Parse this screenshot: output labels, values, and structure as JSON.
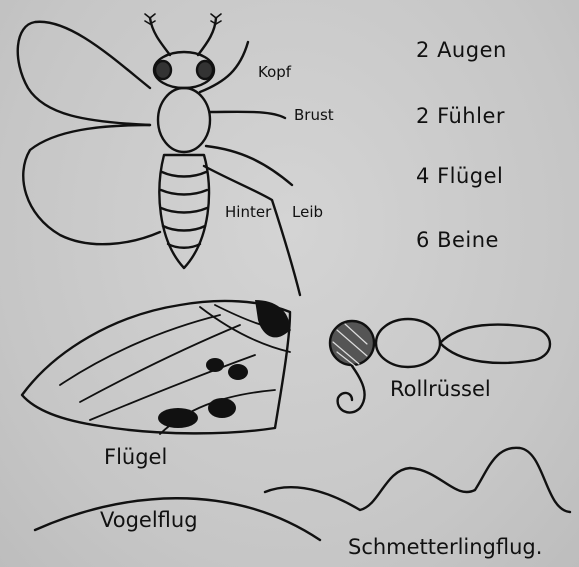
{
  "labels": {
    "head": "Kopf",
    "chest": "Brust",
    "abdomen_1": "Hinter",
    "abdomen_2": "Leib",
    "proboscis": "Rollrüssel",
    "wing": "Flügel",
    "bird_flight": "Vogelflug",
    "butterfly_flight": "Schmetterlingflug."
  },
  "facts": [
    {
      "count": "2",
      "item": "Augen"
    },
    {
      "count": "2",
      "item": "Fühler"
    },
    {
      "count": "4",
      "item": "Flügel"
    },
    {
      "count": "6",
      "item": "Beine"
    }
  ],
  "colors": {
    "ink": "#111111",
    "paper": "#c9c9c9"
  }
}
